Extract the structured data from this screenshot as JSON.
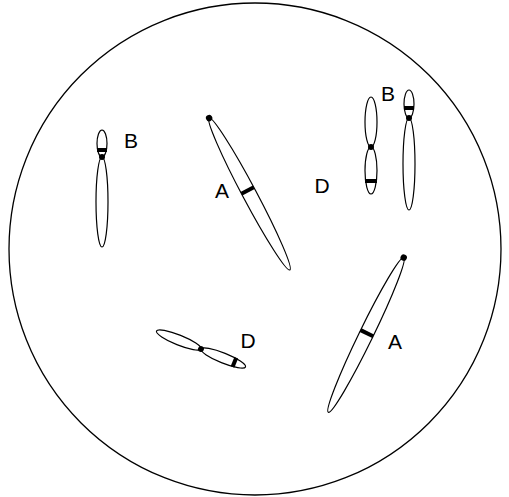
{
  "diagram": {
    "labels": [
      "B",
      "B",
      "D",
      "A",
      "D",
      "A"
    ]
  }
}
